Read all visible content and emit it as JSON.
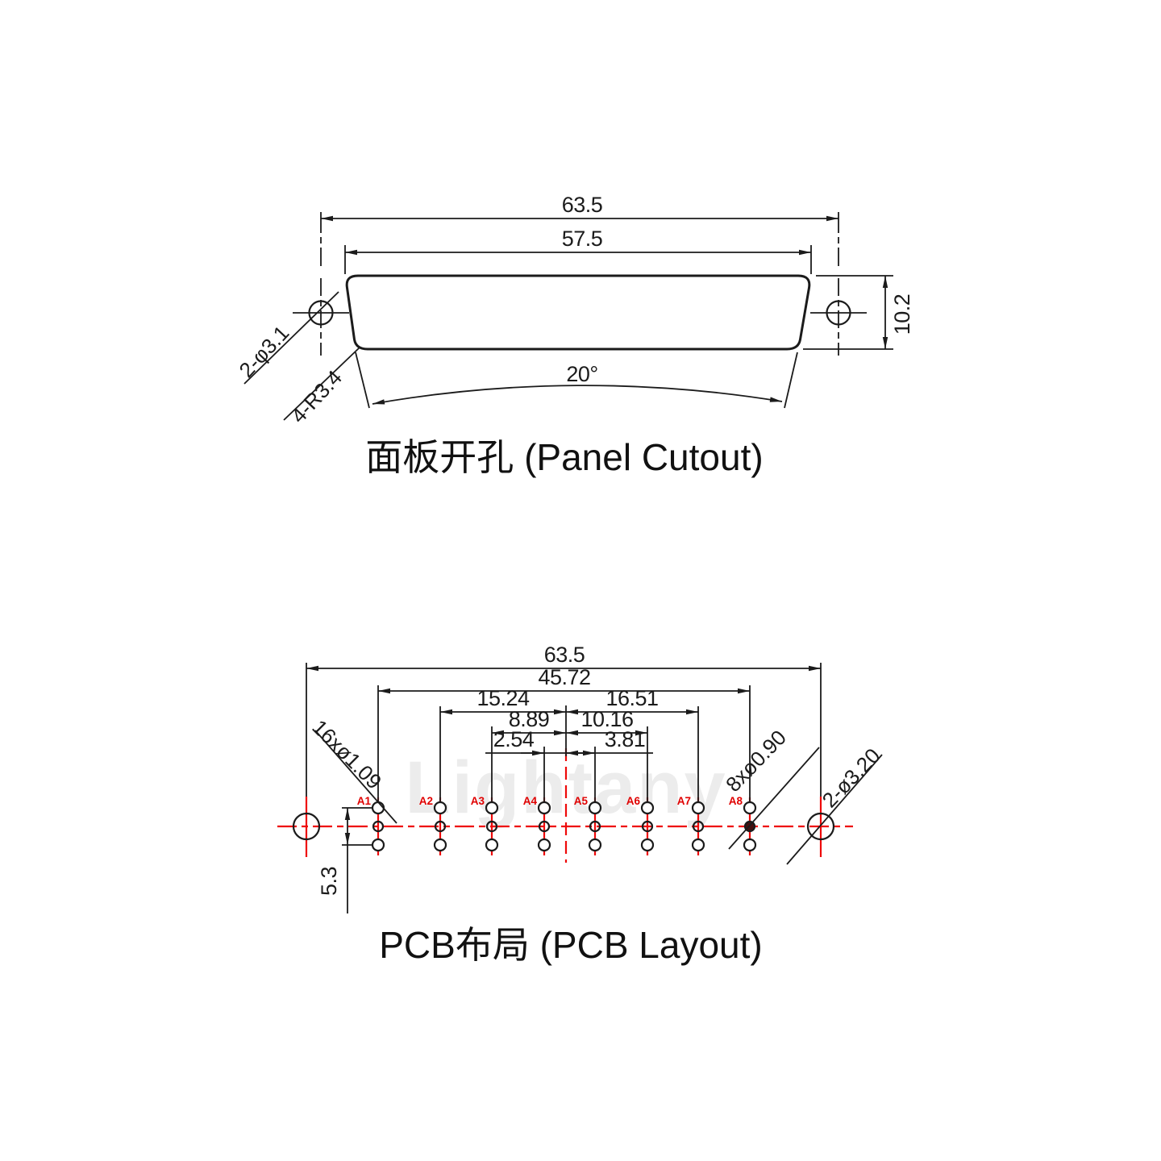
{
  "watermark": "Lightany",
  "panel": {
    "title": "面板开孔 (Panel Cutout)",
    "dim_outer_width": "63.5",
    "dim_inner_width": "57.5",
    "dim_height": "10.2",
    "dim_angle": "20°",
    "label_holes": "2-φ3.1",
    "label_corner_radius": "4-R3.4"
  },
  "pcb": {
    "title": "PCB布局 (PCB Layout)",
    "dim_hole_span": "63.5",
    "dim_pin_span": "45.72",
    "dim_a2_to_center": "15.24",
    "dim_center_to_a7": "16.51",
    "dim_a3_to_center": "8.89",
    "dim_center_to_a6": "10.16",
    "dim_a4_to_center": "2.54",
    "dim_center_to_a5": "3.81",
    "dim_row_span": "5.3",
    "label_outer_pins": "16xø1.09",
    "label_signal_pins": "8xø0.90",
    "label_mount_holes": "2-ø3.20",
    "pin_labels": [
      "A1",
      "A2",
      "A3",
      "A4",
      "A5",
      "A6",
      "A7",
      "A8"
    ]
  }
}
